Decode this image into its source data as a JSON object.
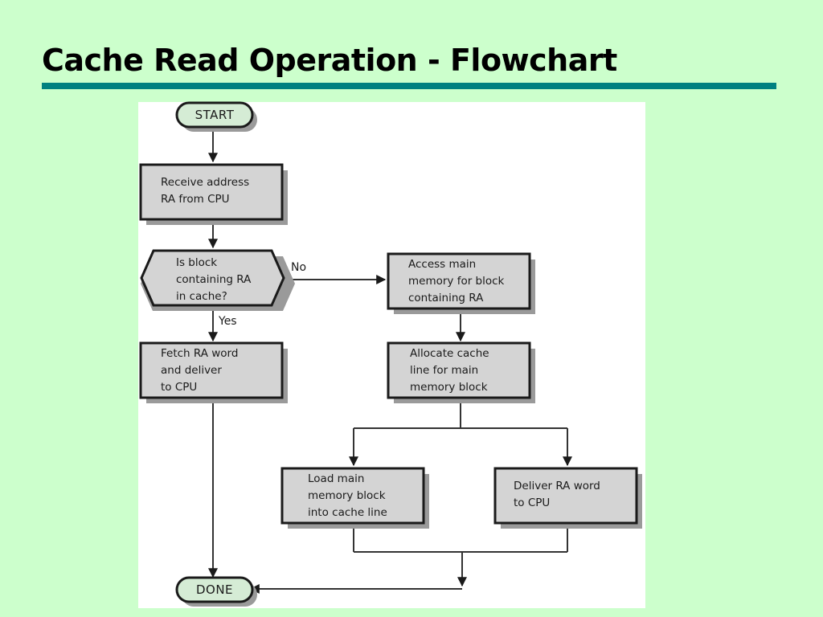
{
  "slide": {
    "title": "Cache Read Operation - Flowchart",
    "background_color": "#ccffcc",
    "rule_color": "#008080",
    "panel_color": "#ffffff"
  },
  "palette": {
    "process_fill": "#d4d4d4",
    "terminal_fill": "#d5ecd5",
    "border": "#1a1a1a",
    "shadow": "#9a9a9a",
    "line": "#333333"
  },
  "chart_data": {
    "type": "diagram",
    "title": "Cache Read Operation - Flowchart",
    "nodes": [
      {
        "id": "start",
        "shape": "terminal",
        "lines": [
          "START"
        ]
      },
      {
        "id": "receive",
        "shape": "process",
        "lines": [
          "Receive address",
          "RA from CPU"
        ]
      },
      {
        "id": "decision",
        "shape": "decision",
        "lines": [
          "Is block",
          "containing RA",
          "in cache?"
        ]
      },
      {
        "id": "fetch",
        "shape": "process",
        "lines": [
          "Fetch RA word",
          "and deliver",
          "to CPU"
        ]
      },
      {
        "id": "access",
        "shape": "process",
        "lines": [
          "Access main",
          "memory for block",
          "containing RA"
        ]
      },
      {
        "id": "allocate",
        "shape": "process",
        "lines": [
          "Allocate cache",
          "line for main",
          "memory block"
        ]
      },
      {
        "id": "load",
        "shape": "process",
        "lines": [
          "Load main",
          "memory block",
          "into cache line"
        ]
      },
      {
        "id": "deliver",
        "shape": "process",
        "lines": [
          "Deliver RA word",
          "to CPU"
        ]
      },
      {
        "id": "done",
        "shape": "terminal",
        "lines": [
          "DONE"
        ]
      }
    ],
    "edges": [
      {
        "from": "start",
        "to": "receive",
        "label": ""
      },
      {
        "from": "receive",
        "to": "decision",
        "label": ""
      },
      {
        "from": "decision",
        "to": "fetch",
        "label": "Yes"
      },
      {
        "from": "decision",
        "to": "access",
        "label": "No"
      },
      {
        "from": "access",
        "to": "allocate",
        "label": ""
      },
      {
        "from": "allocate",
        "to": "load",
        "label": ""
      },
      {
        "from": "allocate",
        "to": "deliver",
        "label": ""
      },
      {
        "from": "fetch",
        "to": "done",
        "label": ""
      },
      {
        "from": "load",
        "to": "done",
        "label": ""
      },
      {
        "from": "deliver",
        "to": "done",
        "label": ""
      }
    ],
    "edge_labels": {
      "yes": "Yes",
      "no": "No"
    }
  }
}
